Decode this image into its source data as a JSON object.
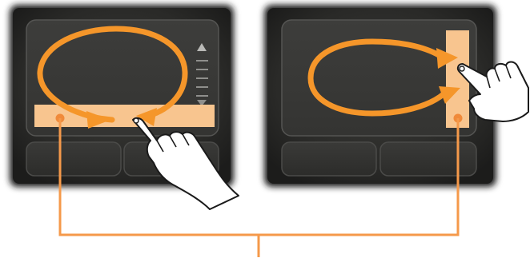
{
  "figure": {
    "panels": [
      {
        "id": "touchpad-horizontal-scroll",
        "scroll_zone": "bottom",
        "gesture": "circular",
        "has_scroll_indicator": true
      },
      {
        "id": "touchpad-vertical-scroll",
        "scroll_zone": "right",
        "gesture": "circular",
        "has_scroll_indicator": false
      }
    ],
    "connector": "bracket-joining-both-scroll-zones"
  },
  "colors": {
    "background": "#ffffff",
    "laptop_body": "#2b2b29",
    "touchpad_surface": "#3a3a38",
    "touchpad_border": "#555553",
    "button_surface": "#313130",
    "scroll_zone": "#f8c58f",
    "arrow_orange": "#f5962a",
    "connector_orange": "#f5994a",
    "finger_fill": "#ffffff",
    "finger_outline": "#1a1a1a"
  },
  "icons": {
    "scroll_up_indicator": "triangle-up-icon",
    "scroll_lines_indicator": "dash-lines-icon",
    "scroll_down_indicator": "triangle-down-icon",
    "hand_pointer": "pointing-hand-icon"
  }
}
